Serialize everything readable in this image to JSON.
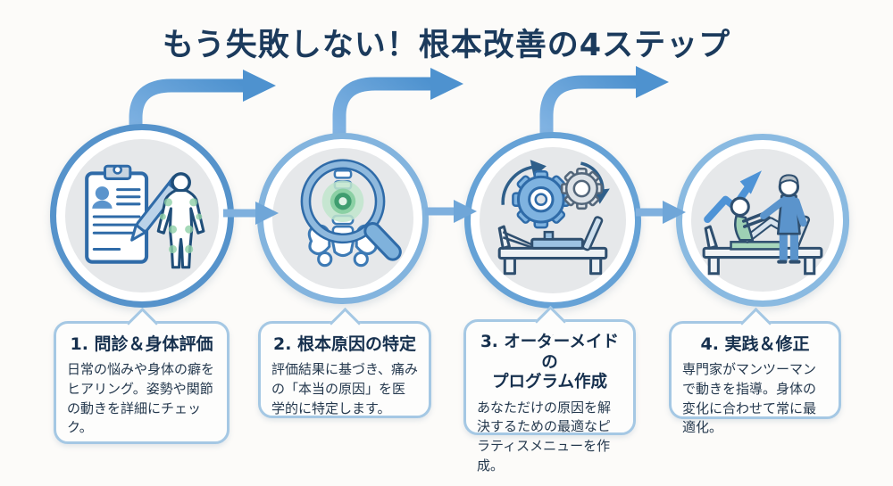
{
  "title": "もう失敗しない！根本改善の4ステップ",
  "steps": [
    {
      "heading": "1. 問診＆身体評価",
      "body": "日常の悩みや身体の癖をヒアリング。姿勢や関節の動きを詳細にチェック。",
      "icon": "clipboard-body-assessment-icon"
    },
    {
      "heading": "2. 根本原因の特定",
      "body": "評価結果に基づき、痛みの「本当の原因」を医学的に特定します。",
      "icon": "magnifier-spine-icon"
    },
    {
      "heading": "3. オーダーメイドの\nプログラム作成",
      "body": "あなただけの原因を解決するための最適なピラティスメニューを作成。",
      "icon": "gears-reformer-icon"
    },
    {
      "heading": "4. 実践＆修正",
      "body": "専門家がマンツーマンで動きを指導。身体の変化に合わせて常に最適化。",
      "icon": "trainer-client-progress-icon"
    }
  ],
  "colors": {
    "title_text": "#1B3A5C",
    "heading_text": "#16304E",
    "body_text": "#25394E",
    "arrow_blue": "#5B9BD5",
    "ring_blue": "#66A2D6",
    "box_border": "#A5C8E4",
    "inner_circle_gray": "#E6E8EA",
    "accent_green": "#8FD0A8",
    "background": "#FCFBF9"
  }
}
